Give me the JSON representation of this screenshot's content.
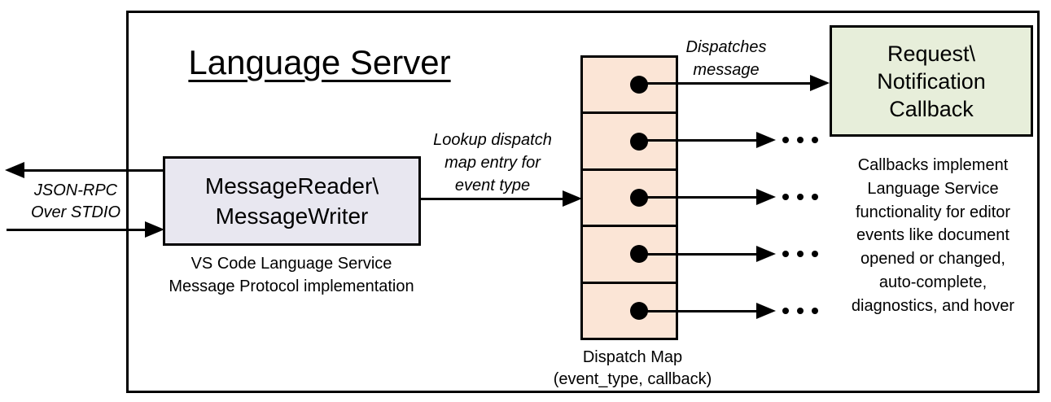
{
  "title": "Language Server",
  "colors": {
    "line": "#000000",
    "message_box_fill": "#e8e7f0",
    "dispatch_cell_fill": "#fbe5d6",
    "callback_box_fill": "#e7eeda",
    "canvas_bg": "#ffffff"
  },
  "io": {
    "label": "JSON-RPC\nOver STDIO"
  },
  "message_box": {
    "label": "MessageReader\\\nMessageWriter",
    "caption": "VS Code Language Service\nMessage Protocol implementation"
  },
  "lookup_arrow": {
    "label": "Lookup dispatch\nmap entry for\nevent type"
  },
  "dispatch_map": {
    "caption": "Dispatch Map\n(event_type, callback)",
    "cell_count": 5
  },
  "dispatch_arrow": {
    "label": "Dispatches\nmessage"
  },
  "callback_box": {
    "label": "Request\\\nNotification\nCallback"
  },
  "callbacks_note": "Callbacks implement\nLanguage Service\nfunctionality for editor\nevents like document\nopened or changed,\nauto-complete,\ndiagnostics, and hover"
}
